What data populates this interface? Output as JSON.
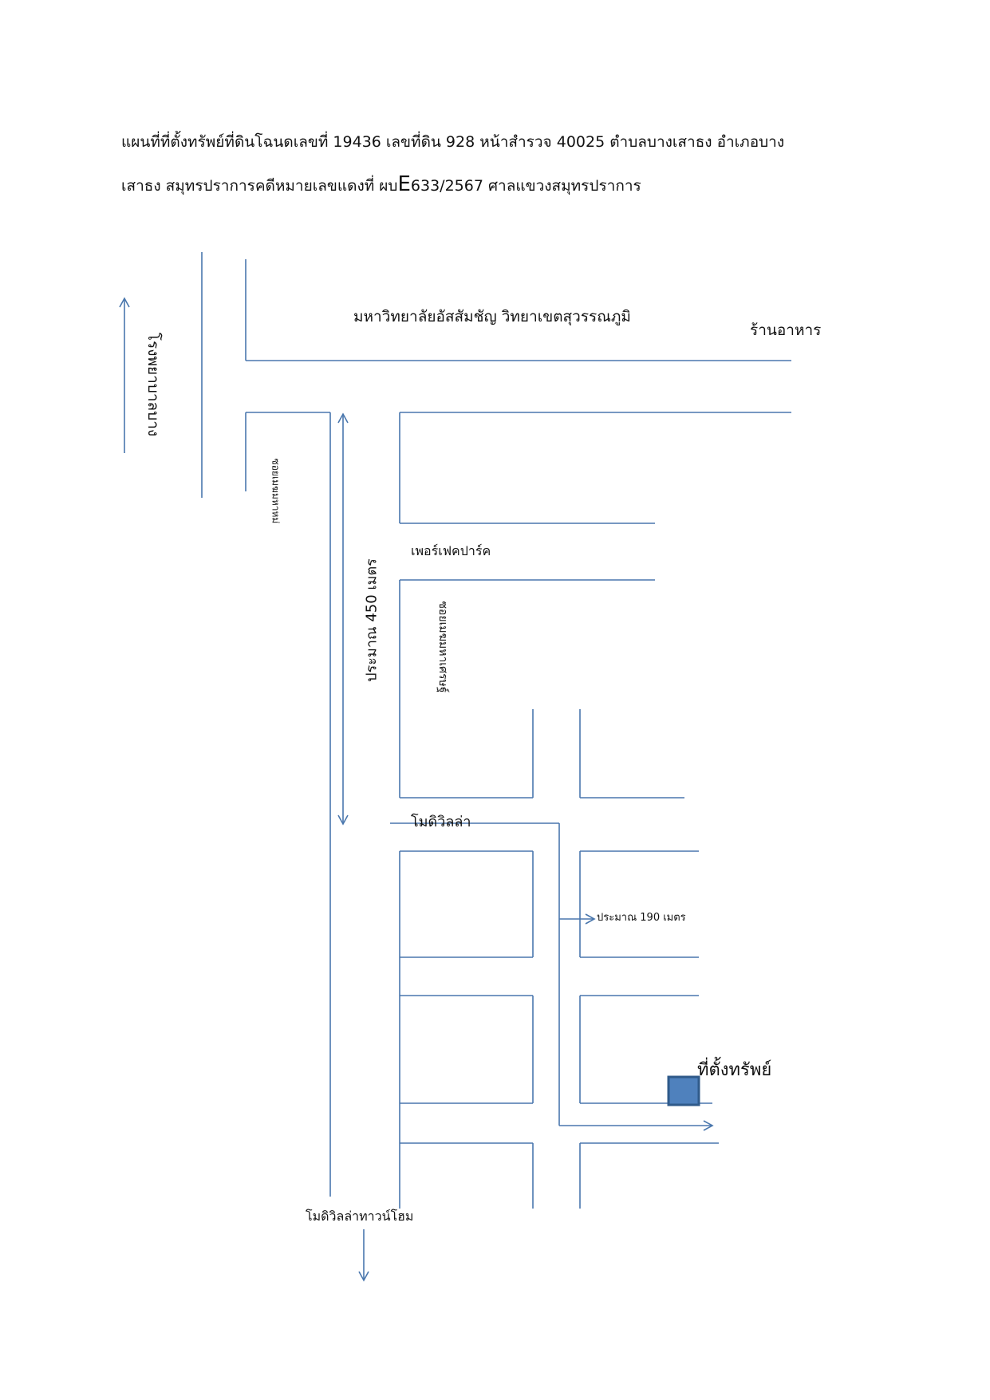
{
  "header": {
    "line1": "แผนที่ที่ตั้งทรัพย์ที่ดินโฉนดเลขที่ 19436  เลขที่ดิน 928  หน้าสำรวจ 40025 ตำบลบางเสาธง อำเภอบาง",
    "line2_prefix": "เสาธง สมุทรปราการคดีหมายเลขแดงที่ ผบ",
    "line2_e": "E",
    "line2_suffix": "633/2567 ศาลแขวงสมุทรปราการ"
  },
  "labels": {
    "university": "มหาวิทยาลัยอัสสัมชัญ วิทยาเขตสุวรรณภูมิ",
    "restaurant": "ร้านอาหาร",
    "hospital": "โรงพยาบาลบาง",
    "soi_1": "ซอยเมฆมหาหม่",
    "distance_450": "ประมาณ 450 เมตร",
    "perfect_park": "เพอร์เฟคปาร์ค",
    "soi_2": "ซอยเมฆมหาเศรษฐ์",
    "modi_villa": "โมดิวิลล่า",
    "distance_190": "ประมาณ 190 เมตร",
    "property_location": "ที่ตั้งทรัพย์",
    "modi_villa_townhome": "โมดิวิลล่าทาวน์โฮม"
  },
  "colors": {
    "road_line": "#4a77ad",
    "marker_fill": "#4f81bd",
    "marker_border": "#2f5a8a"
  },
  "icons": {
    "arrow": "line-arrow",
    "property_marker": "filled-square"
  }
}
